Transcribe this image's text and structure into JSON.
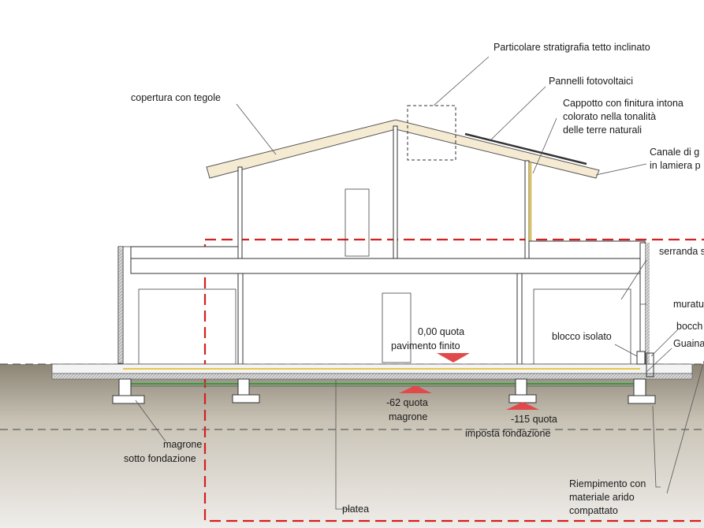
{
  "labels": {
    "stratigrafia_tetto": "Particolare stratigrafia tetto inclinato",
    "pannelli": "Pannelli fotovoltaici",
    "copertura": "copertura con tegole",
    "cappotto_1": "Cappotto con finitura intona",
    "cappotto_2": "colorato nella tonalità",
    "cappotto_3": "delle terre naturali",
    "canale_1": "Canale di g",
    "canale_2": "in lamiera p",
    "serranda": "serranda s",
    "muratura": "muratu",
    "bocca": "bocch",
    "guaina": "Guaina",
    "blocco": "blocco isolato",
    "quota0_1": "0,00 quota",
    "quota0_2": "pavimento finito",
    "quota62_1": "-62 quota",
    "quota62_2": "magrone",
    "quota115_1": "-115 quota",
    "quota115_2": "imposta fondazione",
    "magrone_1": "magrone",
    "magrone_2": "sotto fondazione",
    "platea": "platea",
    "riempimento_1": "Riempimento con",
    "riempimento_2": "materiale arido",
    "riempimento_3": "compattato"
  },
  "colors": {
    "detail_frame": "#d32020",
    "level_marker": "#e14a4a",
    "roof": "#f5ead2",
    "ground_top": "#8c8576",
    "ground_bottom": "#eeece8",
    "waterproofing": "#2e9b3a",
    "insulation": "#e8c84a",
    "lines": "#333333"
  }
}
